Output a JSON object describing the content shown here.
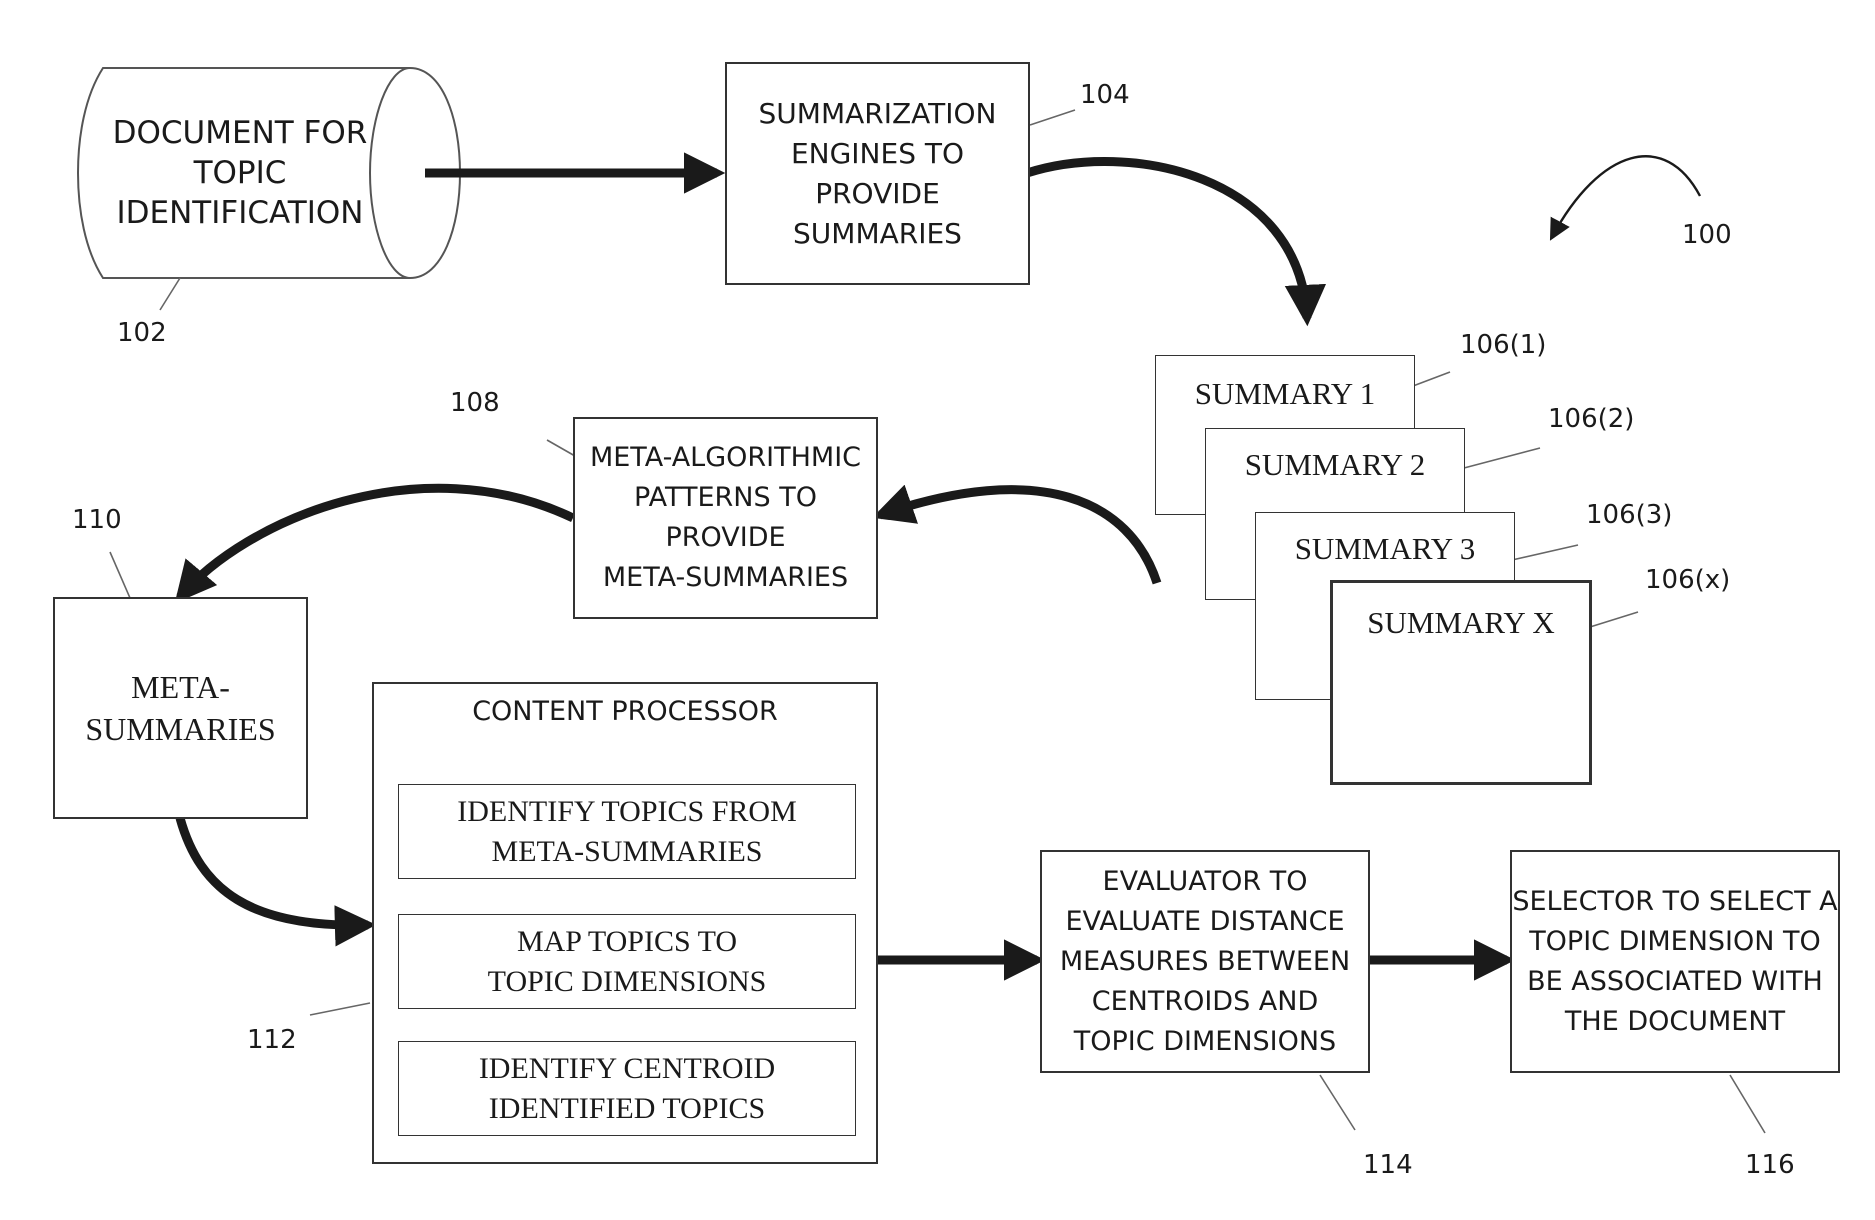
{
  "nodes": {
    "document": {
      "lines": [
        "DOCUMENT FOR",
        "TOPIC",
        "IDENTIFICATION"
      ],
      "ref": "102"
    },
    "summarization": {
      "lines": [
        "SUMMARIZATION",
        "ENGINES TO",
        "PROVIDE",
        "SUMMARIES"
      ],
      "ref": "104"
    },
    "figure_ref": "100",
    "summaries": [
      {
        "label": "SUMMARY 1",
        "ref": "106(1)"
      },
      {
        "label": "SUMMARY 2",
        "ref": "106(2)"
      },
      {
        "label": "SUMMARY 3",
        "ref": "106(3)"
      },
      {
        "label": "SUMMARY X",
        "ref": "106(x)"
      }
    ],
    "meta_algorithmic": {
      "lines": [
        "META-ALGORITHMIC",
        "PATTERNS TO",
        "PROVIDE",
        "META-SUMMARIES"
      ],
      "ref": "108"
    },
    "meta_summaries": {
      "lines": [
        "META-",
        "SUMMARIES"
      ],
      "ref": "110"
    },
    "content_processor": {
      "title": "CONTENT PROCESSOR",
      "ref": "112",
      "steps": [
        {
          "lines": [
            "IDENTIFY TOPICS FROM",
            "META-SUMMARIES"
          ]
        },
        {
          "lines": [
            "MAP TOPICS TO",
            "TOPIC DIMENSIONS"
          ]
        },
        {
          "lines": [
            "IDENTIFY CENTROID",
            "IDENTIFIED TOPICS"
          ]
        }
      ]
    },
    "evaluator": {
      "lines": [
        "EVALUATOR TO",
        "EVALUATE DISTANCE",
        "MEASURES BETWEEN",
        "CENTROIDS AND",
        "TOPIC DIMENSIONS"
      ],
      "ref": "114"
    },
    "selector": {
      "lines": [
        "SELECTOR TO SELECT A",
        "TOPIC DIMENSION TO",
        "BE ASSOCIATED WITH",
        "THE DOCUMENT"
      ],
      "ref": "116"
    }
  }
}
